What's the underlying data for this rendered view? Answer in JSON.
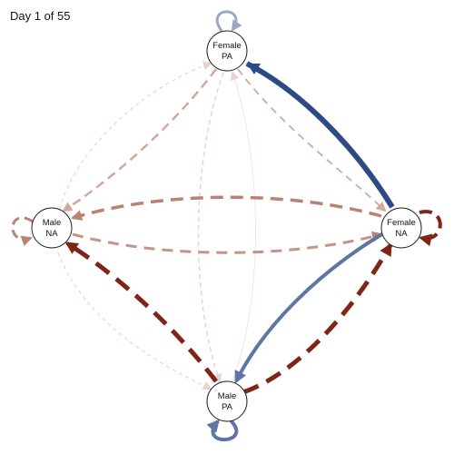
{
  "header": {
    "day_label": "Day 1 of 55"
  },
  "nodes": [
    {
      "id": "female-pa",
      "line1": "Female",
      "line2": "PA"
    },
    {
      "id": "male-na",
      "line1": "Male",
      "line2": "NA"
    },
    {
      "id": "female-na",
      "line1": "Female",
      "line2": "NA"
    },
    {
      "id": "male-pa",
      "line1": "Male",
      "line2": "PA"
    }
  ],
  "colors": {
    "positive_strong": "#2e4a85",
    "positive_medium": "#5f75a3",
    "positive_light": "#9aa8c4",
    "negative_strong": "#7f2417",
    "negative_medium": "#b98274",
    "negative_light": "#d4a79b",
    "negative_faint": "#ead2cd"
  },
  "edges": [
    {
      "from": "female-na",
      "to": "female-pa",
      "sign": "positive",
      "strength": "strong"
    },
    {
      "from": "female-na",
      "to": "male-pa",
      "sign": "positive",
      "strength": "medium"
    },
    {
      "from": "male-pa",
      "to": "female-na",
      "sign": "negative",
      "strength": "strong"
    },
    {
      "from": "male-pa",
      "to": "male-na",
      "sign": "negative",
      "strength": "strong"
    },
    {
      "from": "female-na",
      "to": "male-na",
      "sign": "negative",
      "strength": "medium"
    },
    {
      "from": "male-na",
      "to": "female-na",
      "sign": "negative",
      "strength": "medium"
    },
    {
      "from": "female-pa",
      "to": "male-na",
      "sign": "negative",
      "strength": "light"
    },
    {
      "from": "female-pa",
      "to": "female-na",
      "sign": "negative",
      "strength": "light"
    },
    {
      "from": "male-na",
      "to": "female-pa",
      "sign": "negative",
      "strength": "faint"
    },
    {
      "from": "female-pa",
      "to": "male-pa",
      "sign": "negative",
      "strength": "faint"
    },
    {
      "from": "male-pa",
      "to": "female-pa",
      "sign": "negative",
      "strength": "faint"
    },
    {
      "from": "male-na",
      "to": "male-pa",
      "sign": "negative",
      "strength": "faint"
    },
    {
      "from": "female-na",
      "to": "female-na",
      "sign": "negative",
      "strength": "strong"
    },
    {
      "from": "male-na",
      "to": "male-na",
      "sign": "negative",
      "strength": "medium"
    },
    {
      "from": "female-pa",
      "to": "female-pa",
      "sign": "positive",
      "strength": "light"
    },
    {
      "from": "male-pa",
      "to": "male-pa",
      "sign": "positive",
      "strength": "medium"
    }
  ]
}
